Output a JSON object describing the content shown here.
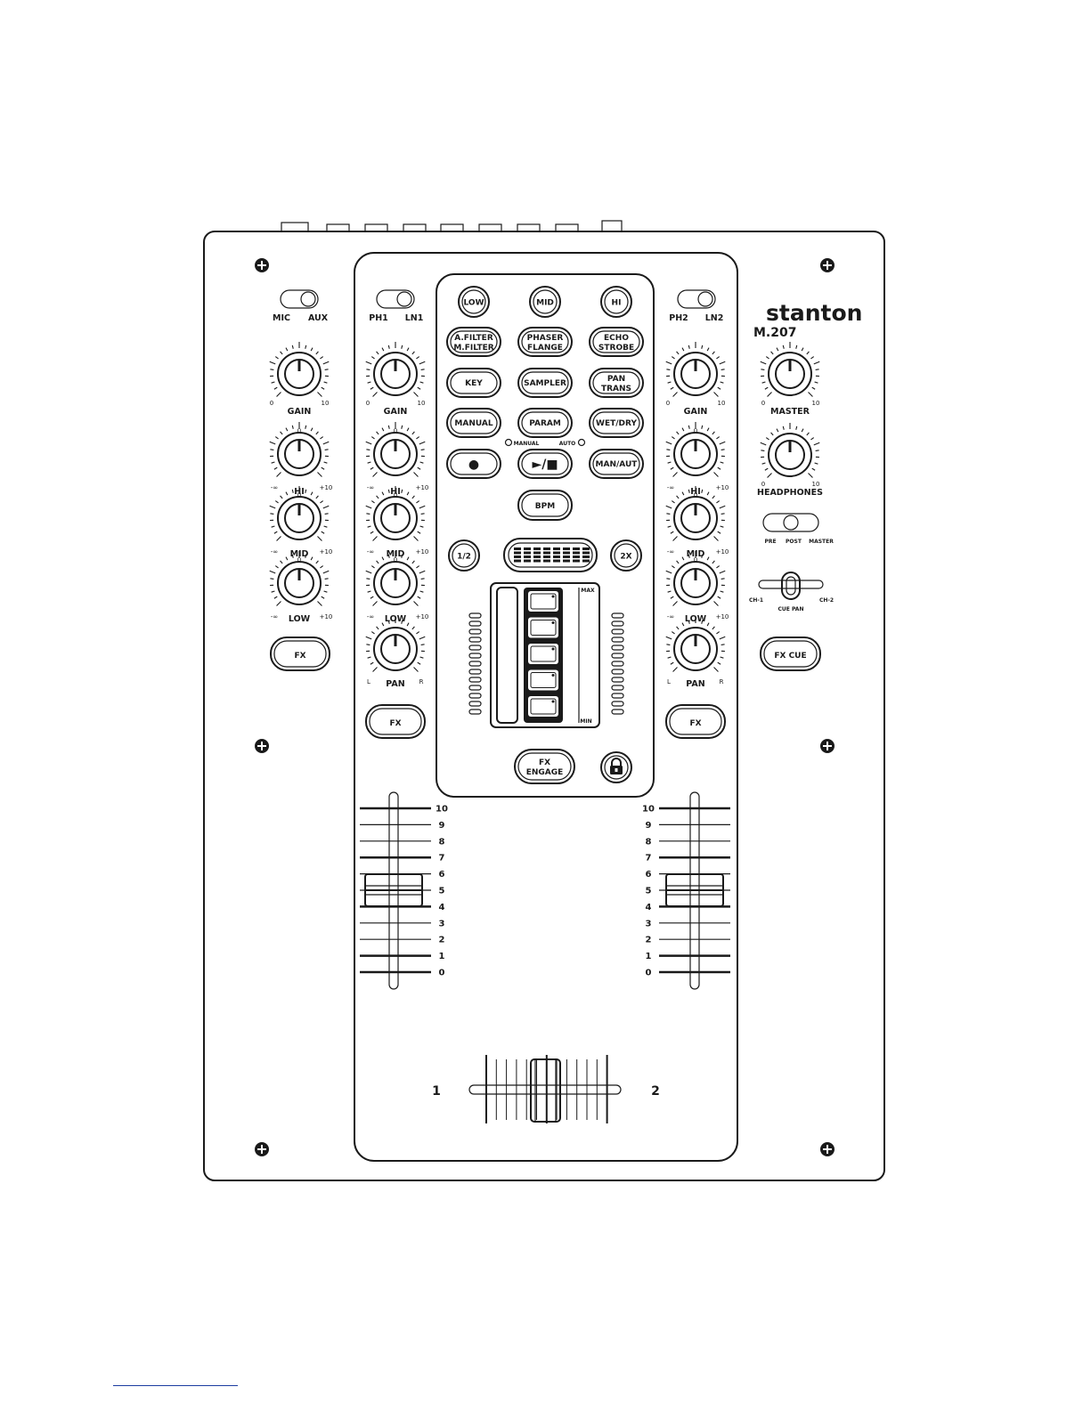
{
  "brand": {
    "name": "stanton",
    "model": "M.207"
  },
  "left_column": {
    "switch": {
      "left": "MIC",
      "right": "AUX"
    },
    "knobs": [
      {
        "label": "GAIN",
        "min": "0",
        "max": "10"
      },
      {
        "label": "HI",
        "min": "-∞",
        "mid": "0",
        "max": "+10"
      },
      {
        "label": "MID",
        "min": "-∞",
        "mid": "0",
        "max": "+10"
      },
      {
        "label": "LOW",
        "min": "-∞",
        "mid": "0",
        "max": "+10"
      }
    ],
    "fx_button": "FX"
  },
  "channel_1": {
    "switch": {
      "left": "PH1",
      "right": "LN1"
    },
    "knobs": [
      {
        "label": "GAIN",
        "min": "0",
        "max": "10"
      },
      {
        "label": "HI",
        "min": "-∞",
        "mid": "0",
        "max": "+10"
      },
      {
        "label": "MID",
        "min": "-∞",
        "mid": "0",
        "max": "+10"
      },
      {
        "label": "LOW",
        "min": "-∞",
        "mid": "0",
        "max": "+10"
      },
      {
        "label": "PAN",
        "min": "L",
        "max": "R"
      }
    ],
    "fx_button": "FX",
    "fader_level": 5
  },
  "channel_2": {
    "switch": {
      "left": "PH2",
      "right": "LN2"
    },
    "knobs": [
      {
        "label": "GAIN",
        "min": "0",
        "max": "10"
      },
      {
        "label": "HI",
        "min": "-∞",
        "mid": "0",
        "max": "+10"
      },
      {
        "label": "MID",
        "min": "-∞",
        "mid": "0",
        "max": "+10"
      },
      {
        "label": "LOW",
        "min": "-∞",
        "mid": "0",
        "max": "+10"
      },
      {
        "label": "PAN",
        "min": "L",
        "max": "R"
      }
    ],
    "fx_button": "FX",
    "fader_level": 5
  },
  "fx_section": {
    "band_buttons": [
      "LOW",
      "MID",
      "HI"
    ],
    "effect_buttons": [
      [
        "A.FILTER",
        "M.FILTER"
      ],
      [
        "PHASER",
        "FLANGE"
      ],
      [
        "ECHO",
        "STROBE"
      ],
      [
        "KEY"
      ],
      [
        "SAMPLER"
      ],
      [
        "PAN",
        "TRANS"
      ],
      [
        "MANUAL"
      ],
      [
        "PARAM"
      ],
      [
        "WET/DRY"
      ]
    ],
    "indicators": {
      "manual": "MANUAL",
      "auto": "AUTO"
    },
    "transport": {
      "record": "●",
      "play_stop": "►/■",
      "man_aut": "MAN/AUT"
    },
    "bpm": "BPM",
    "half": "1/2",
    "double": "2X",
    "level": {
      "max": "MAX",
      "min": "MIN"
    },
    "fx_engage": [
      "FX",
      "ENGAGE"
    ],
    "lock_icon": "lock-icon"
  },
  "right_column": {
    "knobs": [
      {
        "label": "MASTER",
        "min": "0",
        "max": "10"
      },
      {
        "label": "HEADPHONES",
        "min": "0",
        "max": "10"
      }
    ],
    "cue_source_switch": {
      "labels": [
        "PRE",
        "POST",
        "MASTER"
      ]
    },
    "cue_pan": {
      "label": "CUE PAN",
      "left": "CH-1",
      "right": "CH-2"
    },
    "fx_cue_button": "FX CUE"
  },
  "fader_scale": [
    "10",
    "9",
    "8",
    "7",
    "6",
    "5",
    "4",
    "3",
    "2",
    "1",
    "0"
  ],
  "crossfader": {
    "left": "1",
    "right": "2"
  }
}
